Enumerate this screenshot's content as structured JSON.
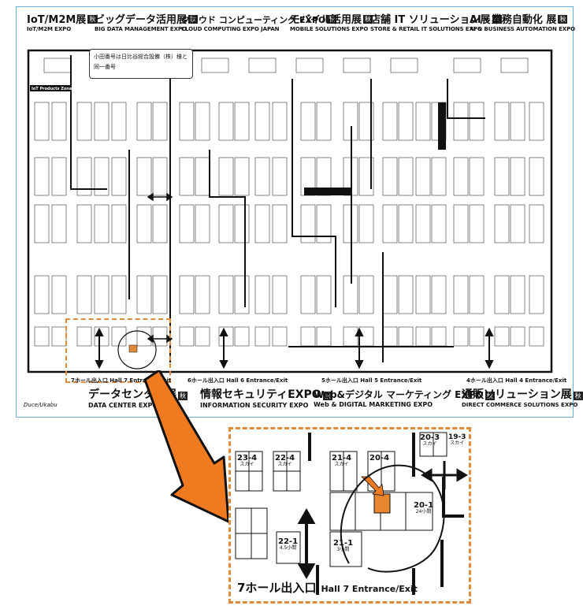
{
  "top_expos": [
    {
      "jp": "IoT/M2M展",
      "en": "IoT/M2M EXPO",
      "badge": "秋"
    },
    {
      "jp": "ビッグデータ活用展",
      "en": "BIG DATA MANAGEMENT EXPO",
      "badge": "秋"
    },
    {
      "jp": "クラウド コンピューティング EXPO",
      "en": "CLOUD COMPUTING EXPO JAPAN",
      "badge": "秋"
    },
    {
      "jp": "モバイル活用展",
      "en": "MOBILE SOLUTIONS EXPO",
      "badge": "秋"
    },
    {
      "jp": "店舗 IT ソリューション展",
      "en": "STORE & RETAIL IT SOLUTIONS EXPO",
      "badge": "秋"
    },
    {
      "jp": "AI・業務自動化 展",
      "en": "AI & BUSINESS AUTOMATION EXPO",
      "badge": "秋"
    }
  ],
  "bottom_expos": [
    {
      "jp": "データセンター展",
      "en": "DATA CENTER EXPO",
      "badge": "秋"
    },
    {
      "jp": "情報セキュリティEXPO",
      "en": "INFORMATION SECURITY EXPO",
      "badge": "秋"
    },
    {
      "jp": "Web&デジタル マーケティング EXPO",
      "en": "Web & DIGITAL MARKETING EXPO",
      "badge": "秋"
    },
    {
      "jp": "通販ソリューション展",
      "en": "DIRECT COMMERCE SOLUTIONS EXPO",
      "badge": "秋"
    }
  ],
  "entrances": [
    {
      "label": "7ホール出入口  Hall 7 Entrance/Exit"
    },
    {
      "label": "6ホール出入口  Hall 6 Entrance/Exit"
    },
    {
      "label": "5ホール出入口  Hall 5 Entrance/Exit"
    },
    {
      "label": "4ホール出入口  Hall 4 Entrance/Exit"
    }
  ],
  "note": {
    "line1": "小田番号は日比谷総合設備（株）様と",
    "line2": "同一番号"
  },
  "zones": {
    "iot": "IoT Products Zone"
  },
  "signature": "Duce/Ukabu",
  "zoom": {
    "entrance_jp": "7ホール出入口",
    "entrance_en": "Hall 7 Entrance/Exit",
    "booths": [
      {
        "id": "23-4",
        "sub": "スカイ"
      },
      {
        "id": "22-4",
        "sub": "スカイ"
      },
      {
        "id": "21-4",
        "sub": "スカイ"
      },
      {
        "id": "20-4",
        "sub": ""
      },
      {
        "id": "20-3",
        "sub": "スカイ"
      },
      {
        "id": "19-3",
        "sub": "スカイ"
      },
      {
        "id": "20-1",
        "sub": "24小間"
      },
      {
        "id": "22-1",
        "sub": "4.5小間"
      },
      {
        "id": "21-1",
        "sub": "3小間"
      }
    ]
  },
  "colors": {
    "highlight": "#e08a3c",
    "arrow": "#f07a20",
    "frame": "#6ab0d8"
  }
}
